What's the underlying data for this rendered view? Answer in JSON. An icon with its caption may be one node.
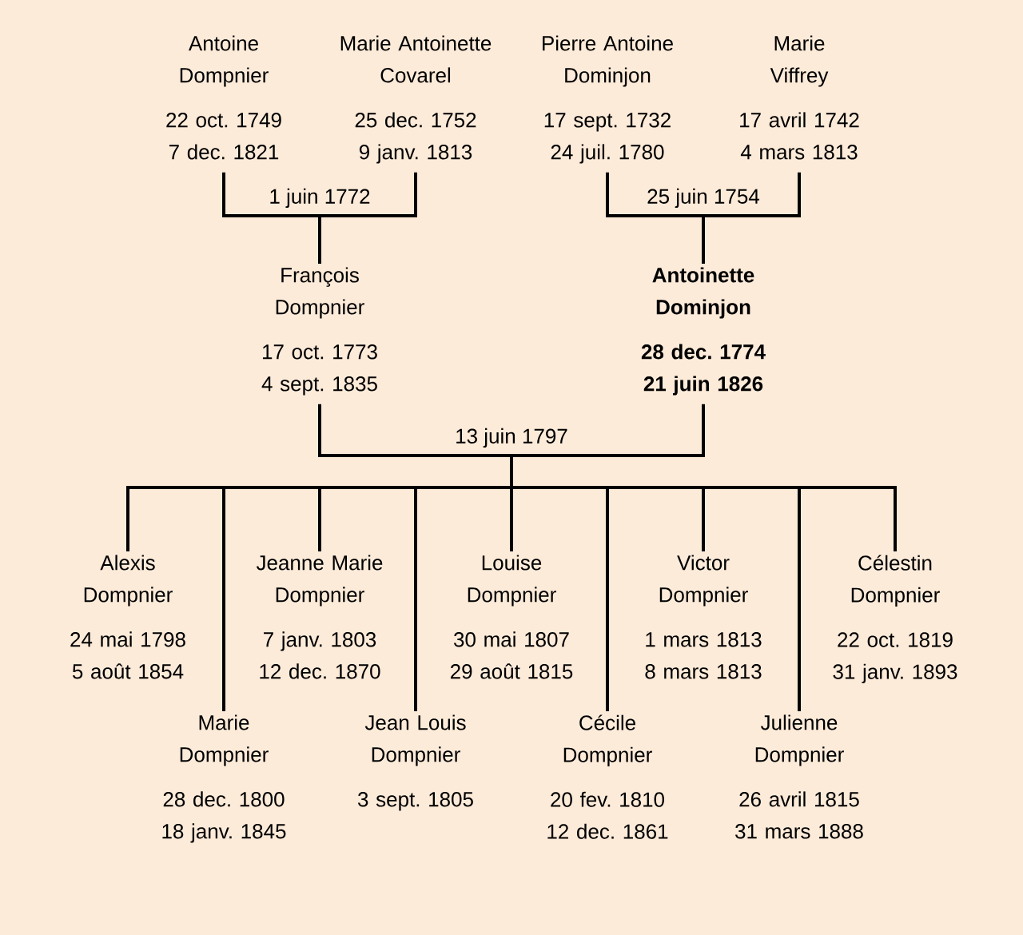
{
  "diagram": {
    "nodes": [
      {
        "text": [
          "Antoine Dompnier",
          "22 oct. 1749",
          "7 dec. 1821"
        ]
      },
      {
        "text": [
          "Marie Antoinette Covarel",
          "25 dec. 1752",
          "9 janv. 1813"
        ]
      },
      {
        "text": [
          "Pierre Antoine Dominjon",
          "17 sept. 1732",
          "24 juil. 1780"
        ]
      },
      {
        "text": [
          "Marie Viffrey",
          "17 avril 1742",
          "4 mars 1813"
        ]
      },
      {
        "text": [
          "François Dompnier",
          "17 oct. 1773",
          "4 sept. 1835"
        ]
      },
      {
        "text": [
          "Antoinette Dominjon",
          "28 dec. 1774",
          "21 juin 1826"
        ]
      },
      {
        "text": [
          "Alexis Dompnier",
          "24 mai 1798",
          "5 août 1854"
        ]
      },
      {
        "text": [
          "Marie Dompnier",
          "28 dec. 1800",
          "18 janv. 1845"
        ]
      },
      {
        "text": [
          "Jeanne Marie Dompnier",
          "7 janv. 1803",
          "12 dec. 1870"
        ]
      },
      {
        "text": [
          "Jean Louis Dompnier",
          "3 sept. 1805"
        ]
      },
      {
        "text": [
          "Louise Dompnier",
          "30 mai 1807",
          "29 août 1815"
        ]
      },
      {
        "text": [
          "Cécile Dompnier",
          "20 fev. 1810",
          "12 dec. 1861"
        ]
      },
      {
        "text": [
          "Victor Dompnier",
          "1 mars 1813",
          "8 mars 1813"
        ]
      },
      {
        "text": [
          "Julienne Dompnier",
          "26 avril 1815",
          "31 mars 1888"
        ]
      },
      {
        "text": [
          "Célestin Dompnier",
          "22 oct. 1819",
          "31 janv. 1893"
        ]
      }
    ],
    "edges": [
      {
        "from": 0,
        "to": 4,
        "arrow": "none",
        "label": "1 juin 1772"
      },
      {
        "from": 1,
        "to": 4,
        "arrow": "none"
      },
      {
        "from": 2,
        "to": 5,
        "arrow": "none",
        "label": "25 juin 1754"
      },
      {
        "from": 3,
        "to": 5,
        "arrow": "none"
      },
      {
        "from": 4,
        "to": 6,
        "arrow": "none",
        "label": "13 juin 1797"
      },
      {
        "from": 5,
        "to": 6,
        "arrow": "none"
      },
      {
        "from": 4,
        "to": 7,
        "arrow": "none"
      },
      {
        "from": 5,
        "to": 7,
        "arrow": "none"
      },
      {
        "from": 4,
        "to": 8,
        "arrow": "none"
      },
      {
        "from": 5,
        "to": 8,
        "arrow": "none"
      },
      {
        "from": 4,
        "to": 9,
        "arrow": "none"
      },
      {
        "from": 5,
        "to": 9,
        "arrow": "none"
      },
      {
        "from": 4,
        "to": 10,
        "arrow": "none"
      },
      {
        "from": 5,
        "to": 10,
        "arrow": "none"
      },
      {
        "from": 4,
        "to": 11,
        "arrow": "none"
      },
      {
        "from": 5,
        "to": 11,
        "arrow": "none"
      },
      {
        "from": 4,
        "to": 12,
        "arrow": "none"
      },
      {
        "from": 5,
        "to": 12,
        "arrow": "none"
      },
      {
        "from": 4,
        "to": 13,
        "arrow": "none"
      },
      {
        "from": 5,
        "to": 13,
        "arrow": "none"
      },
      {
        "from": 4,
        "to": 14,
        "arrow": "none"
      },
      {
        "from": 5,
        "to": 14,
        "arrow": "none"
      }
    ]
  }
}
